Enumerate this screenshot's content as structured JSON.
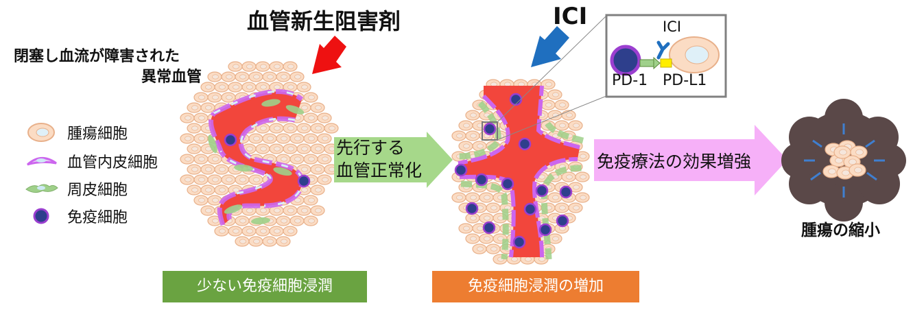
{
  "title_drug": "血管新生阻害剤",
  "title_ici": "ICI",
  "abnormal_vessel_label_line1": "閉塞し血流が障害された",
  "abnormal_vessel_label_line2": "異常血管",
  "legend": [
    {
      "label": "腫瘍細胞",
      "icon": "tumor-cell-icon"
    },
    {
      "label": "血管内皮細胞",
      "icon": "endothelial-cell-icon"
    },
    {
      "label": "周皮細胞",
      "icon": "pericyte-icon"
    },
    {
      "label": "免疫細胞",
      "icon": "immune-cell-icon"
    }
  ],
  "arrow1_line1": "先行する",
  "arrow1_line2": "血管正常化",
  "arrow2_label": "免疫療法の効果増強",
  "inset": {
    "ici": "ICI",
    "pd1": "PD-1",
    "pdl1": "PD-L1"
  },
  "result_label": "腫瘍の縮小",
  "box_left": "少ない免疫細胞浸潤",
  "box_right": "免疫細胞浸潤の増加",
  "colors": {
    "tumor_fill": "#fbdcc4",
    "tumor_stroke": "#e8b08a",
    "vessel": "#f2463c",
    "endothelial": "#cc66ee",
    "pericyte": "#9fd08a",
    "immune": "#2e3f8c",
    "immune_ring": "#9b3fd0",
    "drug_arrow": "#ee1111",
    "ici_arrow": "#1f6fbf",
    "green_arrow": "#a6d88a",
    "pink_arrow": "#f6b0f8",
    "box_left": "#6aa341",
    "box_right": "#ed7d31",
    "shrunk_tumor": "#5a4848"
  }
}
